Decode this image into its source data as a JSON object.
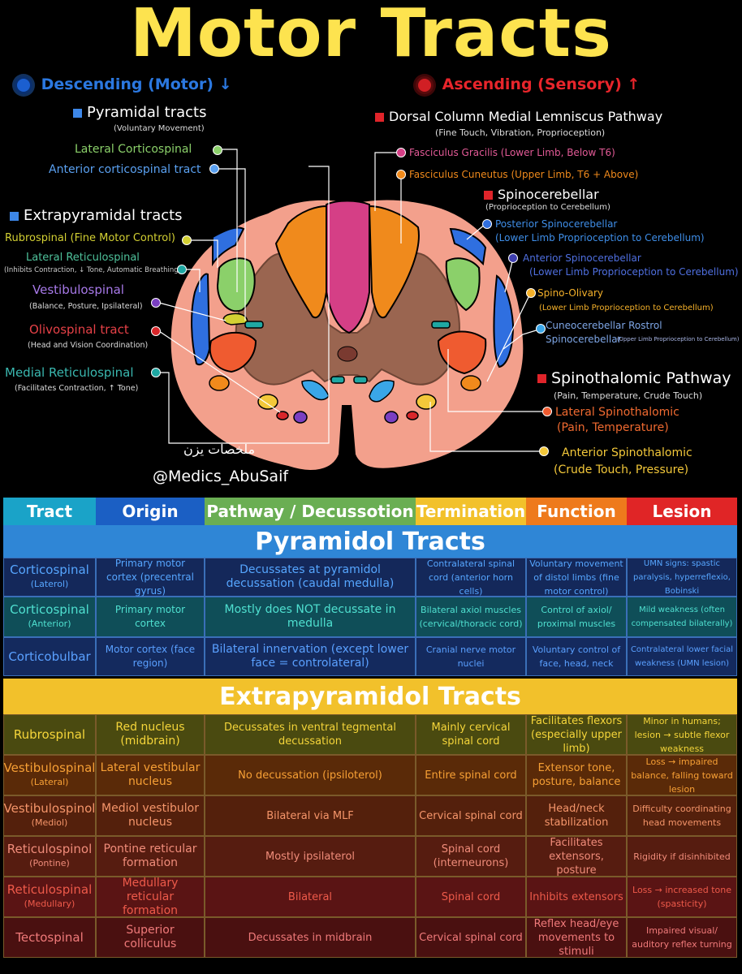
{
  "title": "Motor Tracts",
  "legend": {
    "descending": "Descending (Motor)",
    "descending_arrow": "↓",
    "ascending": "Ascending (Sensory)",
    "ascending_arrow": "↑"
  },
  "left": {
    "pyramidal": {
      "title": "Pyramidal tracts",
      "sub": "(Voluntary Movement)"
    },
    "lat_cs": "Lateral Corticospinal",
    "ant_cs": "Anterior corticospinal tract",
    "extrapyramidal": {
      "title": "Extrapyramidal tracts"
    },
    "rubro": "Rubrospinal (Fine Motor Control)",
    "lat_ret": {
      "title": "Lateral Reticulospinal",
      "sub": "(Inhibits Contraction, ↓ Tone, Automatic Breathing)"
    },
    "vest": {
      "title": "Vestibulospinal",
      "sub": "(Balance, Posture, Ipsilateral)"
    },
    "olivo": {
      "title": "Olivospinal tract",
      "sub": "(Head and Vision Coordination)"
    },
    "med_ret": {
      "title": "Medial Reticulospinal",
      "sub": "(Facilitates Contraction, ↑ Tone)"
    }
  },
  "right": {
    "dcml": {
      "title": "Dorsal Column Medial Lemniscus Pathway",
      "sub": "(Fine Touch, Vibration, Proprioception)"
    },
    "gracilis": "Fasciculus Gracilis (Lower Limb, Below T6)",
    "cuneatus": "Fasciculus Cuneutus (Upper Limb, T6 + Above)",
    "spinocerebellar": {
      "title": "Spinocerebellar",
      "sub": "(Proprioception to Cerebellum)"
    },
    "post_sc": {
      "l1": "Posterior Spinocerebellar",
      "l2": "(Lower Limb Proprioception to Cerebellum)"
    },
    "ant_sc": {
      "l1": "Anterior Spinocerebellar",
      "l2": "(Lower Limb Proprioception to Cerebellum)"
    },
    "spino_oliv": {
      "l1": "Spino-Olivary",
      "l2": "(Lower Limb Proprioception to Cerebellum)"
    },
    "cuneo": {
      "l1": "Cuneocerebellar Rostrol",
      "l2": "Spinocerebellar",
      "l3": "(Upper Limb Proprioception to Cerebellum)"
    },
    "stt": {
      "title": "Spinothalomic Pathway",
      "sub": "(Pain, Temperature, Crude Touch)"
    },
    "lat_stt": {
      "l1": "Lateral Spinothalomic",
      "l2": "(Pain, Temperature)"
    },
    "ant_stt": {
      "l1": "Anterior Spinothalomic",
      "l2": "(Crude Touch, Pressure)"
    }
  },
  "watermark": {
    "arabic": "ملخصات يزن",
    "handle": "@Medics_AbuSaif"
  },
  "colors": {
    "title": "#fde34f",
    "descending": "#1f6fd6",
    "ascending": "#e0242a",
    "cord_outer": "#f3a08c",
    "grey_matter": "#9a6550",
    "gracilis": "#d53f86",
    "cuneatus": "#f08a1c",
    "lat_cs": "#8bd06a",
    "rubro": "#d3d033",
    "blue_tract": "#2f6fe0",
    "purple": "#7a3fc2",
    "stt": "#f3c83a",
    "red_tract": "#d8262a",
    "teal": "#1fa8a3"
  },
  "table": {
    "headers": [
      "Tract",
      "Origin",
      "Pathway / Decussotion",
      "Termination",
      "Function",
      "Lesion"
    ],
    "header_colors": [
      "#1aa3c8",
      "#1b5fc4",
      "#6aae53",
      "#f2c12b",
      "#ee7a1c",
      "#e02526"
    ],
    "pyramidal_title": "Pyramidol Tracts",
    "pyramidal_rows": [
      [
        "Corticospinal",
        "(Laterol)",
        "Primary motor cortex (precentral gyrus)",
        "Decussates at pyramidol decussation (caudal medulla)",
        "Contralateral spinal cord (anterior horn cells)",
        "Voluntary movement of distol limbs (fine motor control)",
        "UMN signs: spastic paralysis, hyperreflexio, Bobinski"
      ],
      [
        "Corticospinal",
        "(Anterior)",
        "Primary motor cortex",
        "Mostly does NOT decussate in medulla",
        "Bilateral axiol muscles (cervical/thoracic cord)",
        "Control of axiol/ proximal muscles",
        "Mild weakness (often compensated bilaterally)"
      ],
      [
        "Corticobulbar",
        "",
        "Motor cortex (face region)",
        "Bilateral innervation (except lower face = controlateral)",
        "Cranial nerve motor nuclei",
        "Voluntary control of face, head, neck",
        "Contralateral lower facial weakness (UMN lesion)"
      ]
    ],
    "extra_title": "Extrapyramidol Tracts",
    "extra_rows": [
      [
        "Rubrospinal",
        "",
        "Red nucleus (midbrain)",
        "Decussates in ventral tegmental decussation",
        "Mainly cervical spinal cord",
        "Facilitates flexors (especially upper limb)",
        "Minor in humans; lesion → subtle flexor weakness"
      ],
      [
        "Vestibulospinal",
        "(Lateral)",
        "Lateral vestibular nucleus",
        "No decussation (ipsiloterol)",
        "Entire spinal cord",
        "Extensor tone, posture, balance",
        "Loss → impaired balance, falling toward lesion"
      ],
      [
        "Vestibulospinol",
        "(Mediol)",
        "Mediol vestibulor nucleus",
        "Bilateral via MLF",
        "Cervical spinal cord",
        "Head/neck stabilization",
        "Difficulty coordinating head movements"
      ],
      [
        "Reticulospinol",
        "(Pontine)",
        "Pontine reticular formation",
        "Mostly ipsilaterol",
        "Spinal cord (interneurons)",
        "Facilitates extensors, posture",
        "Rigidity if disinhibited"
      ],
      [
        "Reticulospinal",
        "(Medullary)",
        "Medullary reticular formation",
        "Bilateral",
        "Spinal cord",
        "Inhibits extensors",
        "Loss → increased tone (spasticity)"
      ],
      [
        "Tectospinal",
        "",
        "Superior colliculus",
        "Decussates in midbrain",
        "Cervical spinal cord",
        "Reflex head/eye movements to stimuli",
        "Impaired visual/ auditory reflex turning"
      ]
    ]
  }
}
